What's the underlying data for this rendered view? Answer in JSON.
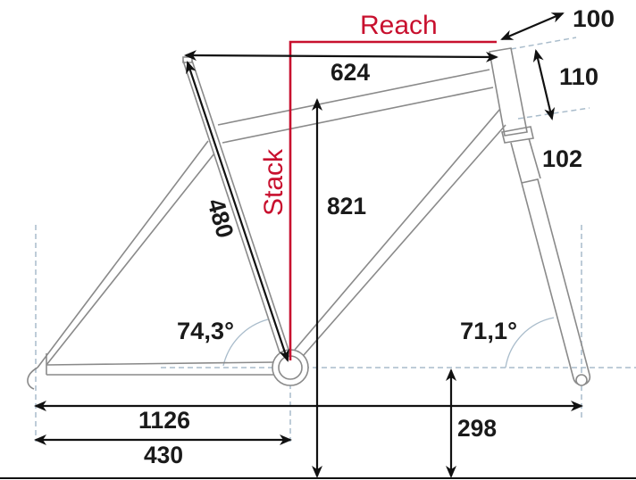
{
  "diagram": {
    "type": "bicycle-frame-geometry",
    "labels": {
      "reach": "Reach",
      "stack": "Stack",
      "top_tube_effective": "624",
      "stem_length": "100",
      "head_tube_length": "110",
      "fork_offset_or_crown": "102",
      "seat_tube_length": "480",
      "stack_value": "821",
      "seat_angle": "74,3°",
      "head_angle": "71,1°",
      "wheelbase": "1126",
      "chainstay_length": "430",
      "bb_height": "298"
    },
    "colors": {
      "accent_red": "#c8102e",
      "frame_gray": "#8a8a8a",
      "guide_blue": "#a9bccb",
      "dimension_black": "#111111"
    }
  }
}
